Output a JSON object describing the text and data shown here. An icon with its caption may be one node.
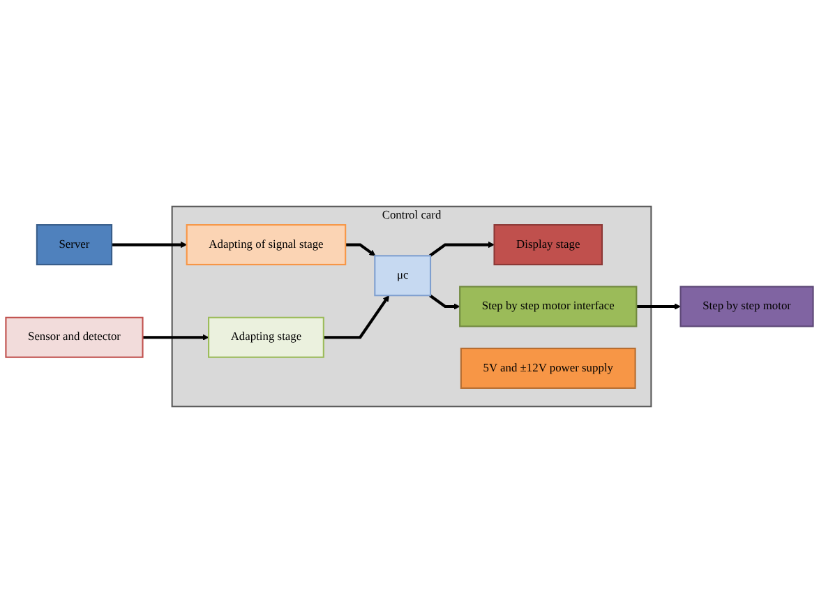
{
  "diagram": {
    "nodes": [
      {
        "text": [
          "Control card"
        ]
      },
      {
        "text": [
          "Server"
        ]
      },
      {
        "text": [
          "Adapting of signal stage"
        ],
        "in": 0
      },
      {
        "text": [
          "μc"
        ],
        "in": 0
      },
      {
        "text": [
          "Display stage"
        ],
        "in": 0
      },
      {
        "text": [
          "Sensor and detector"
        ]
      },
      {
        "text": [
          "Adapting stage"
        ],
        "in": 0
      },
      {
        "text": [
          "Step by step motor interface"
        ],
        "in": 0
      },
      {
        "text": [
          "Step by step motor"
        ]
      },
      {
        "text": [
          "5V and ±12V power supply"
        ],
        "in": 0
      }
    ],
    "edges": [
      {
        "from": 1,
        "to": 2,
        "arrow": "to"
      },
      {
        "from": 2,
        "to": 3,
        "arrow": "to"
      },
      {
        "from": 3,
        "to": 4,
        "arrow": "to"
      },
      {
        "from": 5,
        "to": 6,
        "arrow": "to"
      },
      {
        "from": 6,
        "to": 3,
        "arrow": "to"
      },
      {
        "from": 3,
        "to": 7,
        "arrow": "to"
      },
      {
        "from": 7,
        "to": 8,
        "arrow": "to"
      }
    ]
  }
}
